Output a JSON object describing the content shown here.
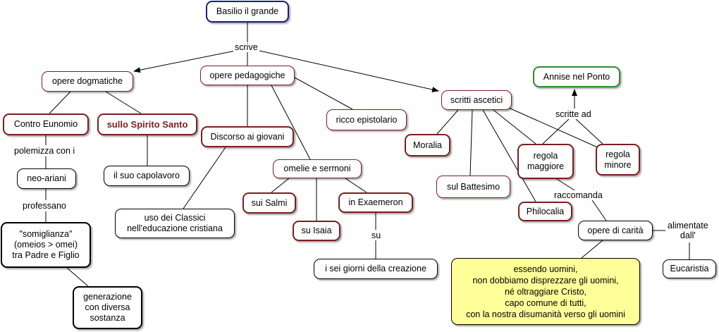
{
  "nodes": {
    "basilio": "Basilio il grande",
    "opere_dogmatiche": "opere dogmatiche",
    "opere_pedagogiche": "opere pedagogiche",
    "scritti_ascetici": "scritti ascetici",
    "annise": "Annise nel Ponto",
    "contro_eunomio": "Contro Eunomio",
    "spirito_santo": "sullo Spirito Santo",
    "neo_ariani": "neo-ariani",
    "capolavoro": "il suo capolavoro",
    "somiglianza": [
      "\"somiglianza\"",
      "(omeios > omei)",
      "tra Padre e Figlio"
    ],
    "generazione": [
      "generazione",
      "con diversa",
      "sostanza"
    ],
    "discorso_giovani": "Discorso ai giovani",
    "uso_classici": [
      "uso dei Classici",
      "nell'educazione cristiana"
    ],
    "epistolario": "ricco epistolario",
    "omelie": "omelie e sermoni",
    "salmi": "sui Salmi",
    "isaia": "su Isaia",
    "exaemeron": "in Exaemeron",
    "sei_giorni": "i sei giorni della creazione",
    "moralia": "Moralia",
    "battesimo": "sul Battesimo",
    "regola_maggiore": [
      "regola",
      "maggiore"
    ],
    "regola_minore": [
      "regola",
      "minore"
    ],
    "philocalia": "Philocalia",
    "opere_carita": "opere di carità",
    "eucaristia": "Eucaristia",
    "citazione": [
      "essendo uomini,",
      "non dobbiamo disprezzare gli uomini,",
      "né oltraggiare Cristo,",
      "capo comune di tutti,",
      "con la nostra disumanità verso gli uomini"
    ]
  },
  "labels": {
    "scrive": "scrive",
    "polemizza": "polemizza con i",
    "professano": "professano",
    "su": "su",
    "scritte_ad": "scritte ad",
    "raccomanda": "raccomanda",
    "alimentate": [
      "alimentate",
      "dall'"
    ]
  }
}
